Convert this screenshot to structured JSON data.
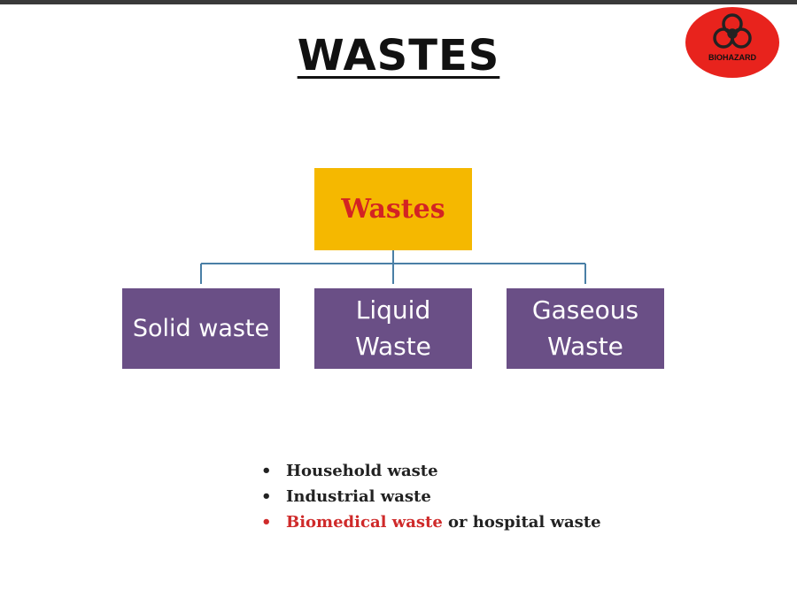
{
  "title": "WASTES",
  "badge": {
    "icon": "biohazard-icon",
    "label": "BIOHAZARD",
    "color": "#e8231d"
  },
  "diagram": {
    "root": "Wastes",
    "children": [
      "Solid waste",
      "Liquid\nWaste",
      "Gaseous\nWaste"
    ],
    "colors": {
      "root_fill": "#f5b800",
      "root_text": "#d32323",
      "child_fill": "#6a4f86",
      "connector": "#4a7fa6"
    }
  },
  "bullets": {
    "items": [
      {
        "text": "Household waste"
      },
      {
        "text": "Industrial waste"
      },
      {
        "highlight": "Biomedical waste",
        "rest": " or hospital waste"
      }
    ],
    "highlight_color": "#cf2a2a"
  }
}
